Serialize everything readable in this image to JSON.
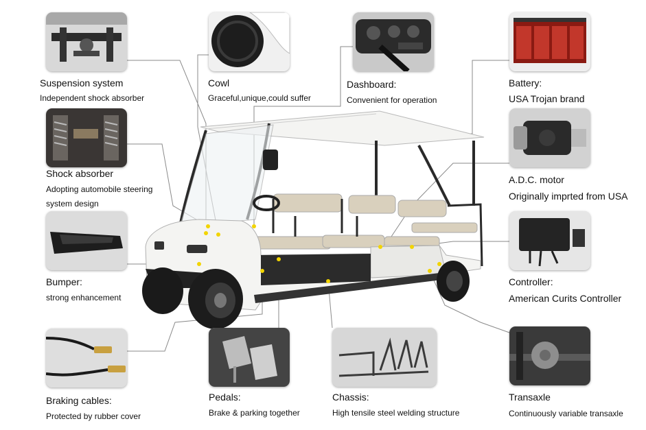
{
  "features": {
    "suspension": {
      "title": "Suspension system",
      "desc": "Independent shock absorber"
    },
    "cowl": {
      "title": "Cowl",
      "desc": "Graceful,unique,could suffer"
    },
    "dashboard": {
      "title": "Dashboard:",
      "desc": "Convenient for operation"
    },
    "battery": {
      "title": "Battery:",
      "desc": "USA Trojan brand"
    },
    "shock": {
      "title": "Shock absorber",
      "desc1": "Adopting automobile steering",
      "desc2": "system design"
    },
    "motor": {
      "title": "A.D.C. motor",
      "desc": "Originally imprted from USA"
    },
    "bumper": {
      "title": "Bumper:",
      "desc": "strong enhancement"
    },
    "controller": {
      "title": "Controller:",
      "desc": "American Curits Controller"
    },
    "braking": {
      "title": "Braking cables:",
      "desc": "Protected by rubber cover"
    },
    "pedals": {
      "title": "Pedals:",
      "desc": "Brake & parking together"
    },
    "chassis": {
      "title": "Chassis:",
      "desc": "High tensile steel welding structure"
    },
    "transaxle": {
      "title": "Transaxle",
      "desc": "Continuously variable transaxle"
    }
  },
  "colors": {
    "leader": "#8a8a8a",
    "dot": "#f2d400",
    "cart_body": "#f4f4f2",
    "seat": "#d9d0bd",
    "frame": "#2a2a2a"
  }
}
